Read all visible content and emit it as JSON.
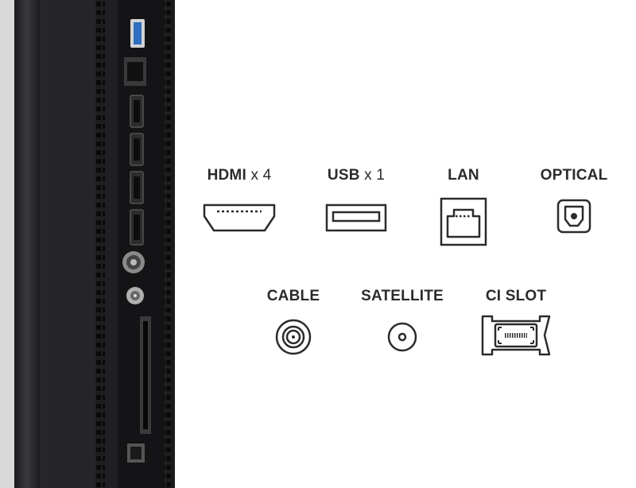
{
  "ports": [
    {
      "id": "hdmi",
      "name": "HDMI",
      "count_label": "x 4"
    },
    {
      "id": "usb",
      "name": "USB",
      "count_label": "x 1"
    },
    {
      "id": "lan",
      "name": "LAN",
      "count_label": ""
    },
    {
      "id": "optical",
      "name": "OPTICAL",
      "count_label": ""
    },
    {
      "id": "cable",
      "name": "CABLE",
      "count_label": ""
    },
    {
      "id": "satellite",
      "name": "SATELLITE",
      "count_label": ""
    },
    {
      "id": "ci",
      "name": "CI SLOT",
      "count_label": ""
    }
  ],
  "colors": {
    "text": "#2b2b2b",
    "panel": "#1c1c1e",
    "usb_blue": "#2f6fc0"
  }
}
